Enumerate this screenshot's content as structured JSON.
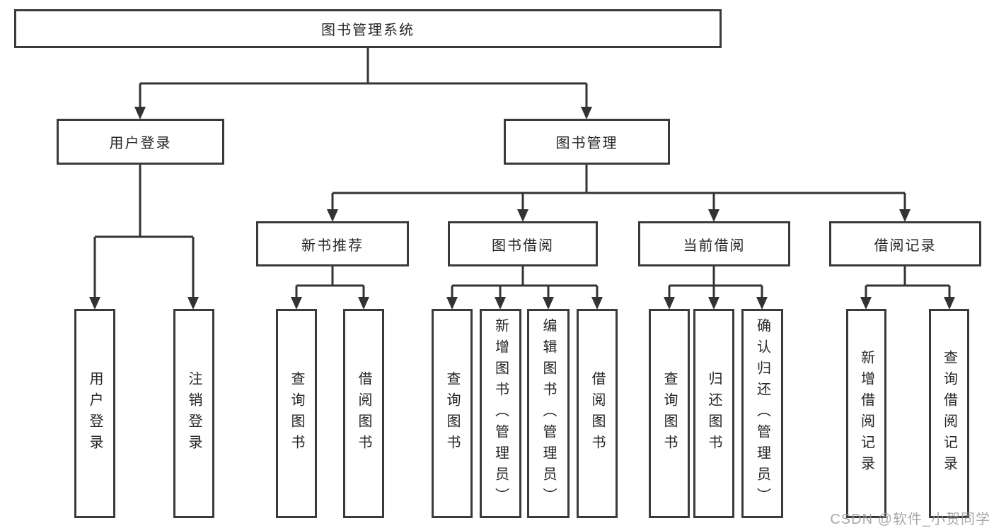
{
  "tree": {
    "root": "图书管理系统",
    "branches": [
      {
        "label": "用户登录",
        "children": [
          "用户登录",
          "注销登录"
        ]
      },
      {
        "label": "图书管理",
        "groups": [
          {
            "label": "新书推荐",
            "children": [
              "查询图书",
              "借阅图书"
            ]
          },
          {
            "label": "图书借阅",
            "children": [
              "查询图书",
              "新增图书（管理员）",
              "编辑图书（管理员）",
              "借阅图书"
            ]
          },
          {
            "label": "当前借阅",
            "children": [
              "查询图书",
              "归还图书",
              "确认归还（管理员）"
            ]
          },
          {
            "label": "借阅记录",
            "children": [
              "新增借阅记录",
              "查询借阅记录"
            ]
          }
        ]
      }
    ]
  },
  "watermark": {
    "text": "CSDN @软件_小贺同学"
  },
  "colors": {
    "line": "#333333",
    "border": "#3a3a3a",
    "text": "#262626",
    "watermark": "#9a9a9a"
  }
}
